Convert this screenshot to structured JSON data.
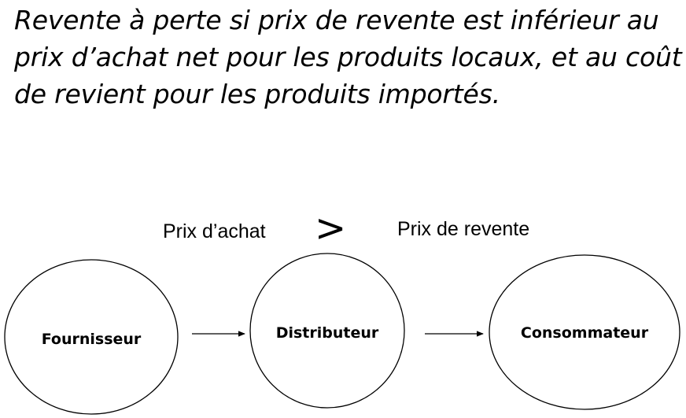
{
  "headline": "Revente à perte si prix de revente est inférieur au prix d’achat net pour les produits locaux, et au coût de revient pour les produits importés.",
  "comparison": {
    "left_label": "Prix d’achat",
    "operator": ">",
    "right_label": "Prix de revente"
  },
  "nodes": [
    {
      "id": "fournisseur",
      "label": "Fournisseur"
    },
    {
      "id": "distributeur",
      "label": "Distributeur"
    },
    {
      "id": "consommateur",
      "label": "Consommateur"
    }
  ],
  "edges": [
    {
      "from": "fournisseur",
      "to": "distributeur"
    },
    {
      "from": "distributeur",
      "to": "consommateur"
    }
  ],
  "colors": {
    "stroke": "#000000",
    "background": "#ffffff"
  }
}
